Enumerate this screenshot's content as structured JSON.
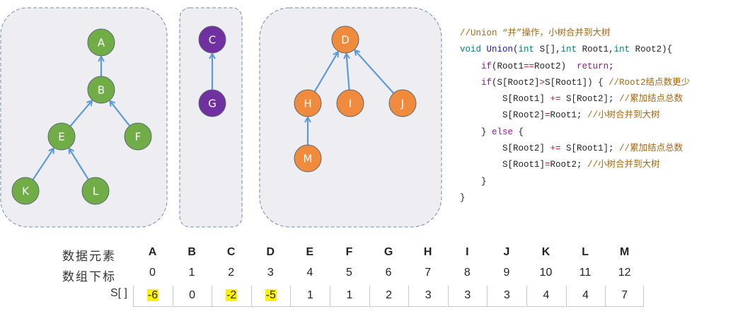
{
  "trees": [
    {
      "name": "tree-A",
      "color": "#70ad47",
      "nodes": [
        {
          "id": "A",
          "label": "A"
        },
        {
          "id": "B",
          "label": "B",
          "parent": "A"
        },
        {
          "id": "E",
          "label": "E",
          "parent": "B"
        },
        {
          "id": "F",
          "label": "F",
          "parent": "B"
        },
        {
          "id": "K",
          "label": "K",
          "parent": "E"
        },
        {
          "id": "L",
          "label": "L",
          "parent": "E"
        }
      ]
    },
    {
      "name": "tree-C",
      "color": "#7030a0",
      "nodes": [
        {
          "id": "C",
          "label": "C"
        },
        {
          "id": "G",
          "label": "G",
          "parent": "C"
        }
      ]
    },
    {
      "name": "tree-D",
      "color": "#f08a3c",
      "nodes": [
        {
          "id": "D",
          "label": "D"
        },
        {
          "id": "H",
          "label": "H",
          "parent": "D"
        },
        {
          "id": "I",
          "label": "I",
          "parent": "D"
        },
        {
          "id": "J",
          "label": "J",
          "parent": "D"
        },
        {
          "id": "M",
          "label": "M",
          "parent": "H"
        }
      ]
    }
  ],
  "colors": {
    "edge": "#5b9bd5",
    "panel_fill": "#eeedf1",
    "panel_border": "#6d8fb0",
    "highlight": "#fff200"
  },
  "code": {
    "lines": [
      [
        {
          "t": "//Union “并”操作，小树合并到大树",
          "c": "cm"
        }
      ],
      [
        {
          "t": "void ",
          "c": "kw-type"
        },
        {
          "t": "Union",
          "c": "kw-func"
        },
        {
          "t": "(",
          "c": ""
        },
        {
          "t": "int",
          "c": "kw-type"
        },
        {
          "t": " S[],",
          "c": ""
        },
        {
          "t": "int",
          "c": "kw-type"
        },
        {
          "t": " Root1,",
          "c": ""
        },
        {
          "t": "int",
          "c": "kw-type"
        },
        {
          "t": " Root2){",
          "c": ""
        }
      ],
      [
        {
          "t": "    ",
          "c": ""
        },
        {
          "t": "if",
          "c": "kw-ctrl"
        },
        {
          "t": "(Root1",
          "c": ""
        },
        {
          "t": "==",
          "c": "op"
        },
        {
          "t": "Root2)  ",
          "c": ""
        },
        {
          "t": "return",
          "c": "kw-ctrl"
        },
        {
          "t": ";",
          "c": ""
        }
      ],
      [
        {
          "t": "    ",
          "c": ""
        },
        {
          "t": "if",
          "c": "kw-ctrl"
        },
        {
          "t": "(S[Root2]",
          "c": ""
        },
        {
          "t": ">",
          "c": "op"
        },
        {
          "t": "S[Root1]) { ",
          "c": ""
        },
        {
          "t": "//Root2结点数更少",
          "c": "cm"
        }
      ],
      [
        {
          "t": "        S[Root1] ",
          "c": ""
        },
        {
          "t": "+=",
          "c": "op"
        },
        {
          "t": " S[Root2]; ",
          "c": ""
        },
        {
          "t": "//累加结点总数",
          "c": "cm"
        }
      ],
      [
        {
          "t": "        S[Root2]",
          "c": ""
        },
        {
          "t": "=",
          "c": "op"
        },
        {
          "t": "Root1; ",
          "c": ""
        },
        {
          "t": "//小树合并到大树",
          "c": "cm"
        }
      ],
      [
        {
          "t": "    } ",
          "c": ""
        },
        {
          "t": "else",
          "c": "kw-ctrl"
        },
        {
          "t": " {",
          "c": ""
        }
      ],
      [
        {
          "t": "        S[Root2] ",
          "c": ""
        },
        {
          "t": "+=",
          "c": "op"
        },
        {
          "t": " S[Root1]; ",
          "c": ""
        },
        {
          "t": "//累加结点总数",
          "c": "cm"
        }
      ],
      [
        {
          "t": "        S[Root1]",
          "c": ""
        },
        {
          "t": "=",
          "c": "op"
        },
        {
          "t": "Root2; ",
          "c": ""
        },
        {
          "t": "//小树合并到大树",
          "c": "cm"
        }
      ],
      [
        {
          "t": "    }",
          "c": ""
        }
      ],
      [
        {
          "t": "}",
          "c": ""
        }
      ]
    ]
  },
  "table": {
    "row_labels": {
      "elements": "数据元素",
      "indices": "数组下标",
      "s": "S[ ]"
    },
    "elements": [
      "A",
      "B",
      "C",
      "D",
      "E",
      "F",
      "G",
      "H",
      "I",
      "J",
      "K",
      "L",
      "M"
    ],
    "indices": [
      "0",
      "1",
      "2",
      "3",
      "4",
      "5",
      "6",
      "7",
      "8",
      "9",
      "10",
      "11",
      "12"
    ],
    "s_values": [
      "-6",
      "0",
      "-2",
      "-5",
      "1",
      "1",
      "2",
      "3",
      "3",
      "3",
      "4",
      "4",
      "7"
    ],
    "highlighted": [
      true,
      false,
      true,
      true,
      false,
      false,
      false,
      false,
      false,
      false,
      false,
      false,
      false
    ]
  }
}
